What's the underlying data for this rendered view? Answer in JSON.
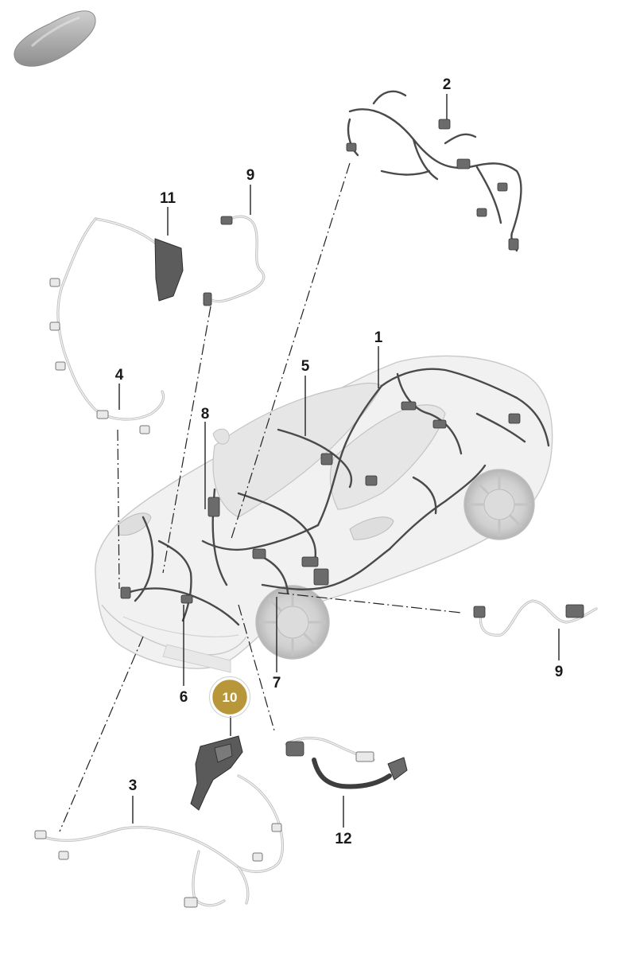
{
  "diagram": {
    "callouts": [
      {
        "id": "c1",
        "label": "1"
      },
      {
        "id": "c2",
        "label": "2"
      },
      {
        "id": "c3",
        "label": "3"
      },
      {
        "id": "c4",
        "label": "4"
      },
      {
        "id": "c5",
        "label": "5"
      },
      {
        "id": "c6",
        "label": "6"
      },
      {
        "id": "c7",
        "label": "7"
      },
      {
        "id": "c8",
        "label": "8"
      },
      {
        "id": "c9a",
        "label": "9"
      },
      {
        "id": "c9b",
        "label": "9"
      },
      {
        "id": "c10",
        "label": "10"
      },
      {
        "id": "c11",
        "label": "11"
      },
      {
        "id": "c12",
        "label": "12"
      }
    ],
    "highlight_callout": "10",
    "colors": {
      "highlight_fill": "#b8973a",
      "highlight_ring": "#ffffff",
      "highlight_text": "#ffffff",
      "thumbnail": "#a9a9a9"
    },
    "icons": {
      "thumbnail": "car-silhouette-icon"
    }
  }
}
